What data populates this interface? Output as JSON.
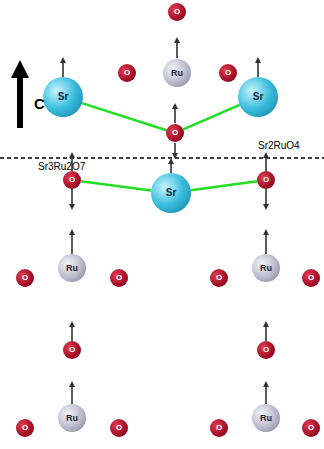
{
  "diagram": {
    "nodes": [
      {
        "text": [
          "O"
        ]
      },
      {
        "text": [
          "O"
        ]
      },
      {
        "text": [
          "Ru"
        ]
      },
      {
        "text": [
          "O"
        ]
      },
      {
        "text": [
          "Sr"
        ]
      },
      {
        "text": [
          "Sr"
        ]
      },
      {
        "text": [
          "O"
        ]
      },
      {
        "text": [
          "O"
        ]
      },
      {
        "text": [
          "O"
        ]
      },
      {
        "text": [
          "Sr"
        ]
      },
      {
        "text": [
          "Ru"
        ]
      },
      {
        "text": [
          "Ru"
        ]
      },
      {
        "text": [
          "O"
        ]
      },
      {
        "text": [
          "O"
        ]
      },
      {
        "text": [
          "O"
        ]
      },
      {
        "text": [
          "O"
        ]
      },
      {
        "text": [
          "O"
        ]
      },
      {
        "text": [
          "O"
        ]
      },
      {
        "text": [
          "Ru"
        ]
      },
      {
        "text": [
          "Ru"
        ]
      },
      {
        "text": [
          "O"
        ]
      },
      {
        "text": [
          "O"
        ]
      },
      {
        "text": [
          "O"
        ]
      },
      {
        "text": [
          "O"
        ]
      }
    ],
    "edges": [
      {
        "from": 4,
        "to": 6,
        "arrow": "none"
      },
      {
        "from": 5,
        "to": 6,
        "arrow": "none"
      },
      {
        "from": 9,
        "to": 7,
        "arrow": "none"
      },
      {
        "from": 9,
        "to": 8,
        "arrow": "none"
      }
    ],
    "labels": [
      "C",
      "Sr2RuO4",
      "Sr3Ru2O7"
    ]
  }
}
